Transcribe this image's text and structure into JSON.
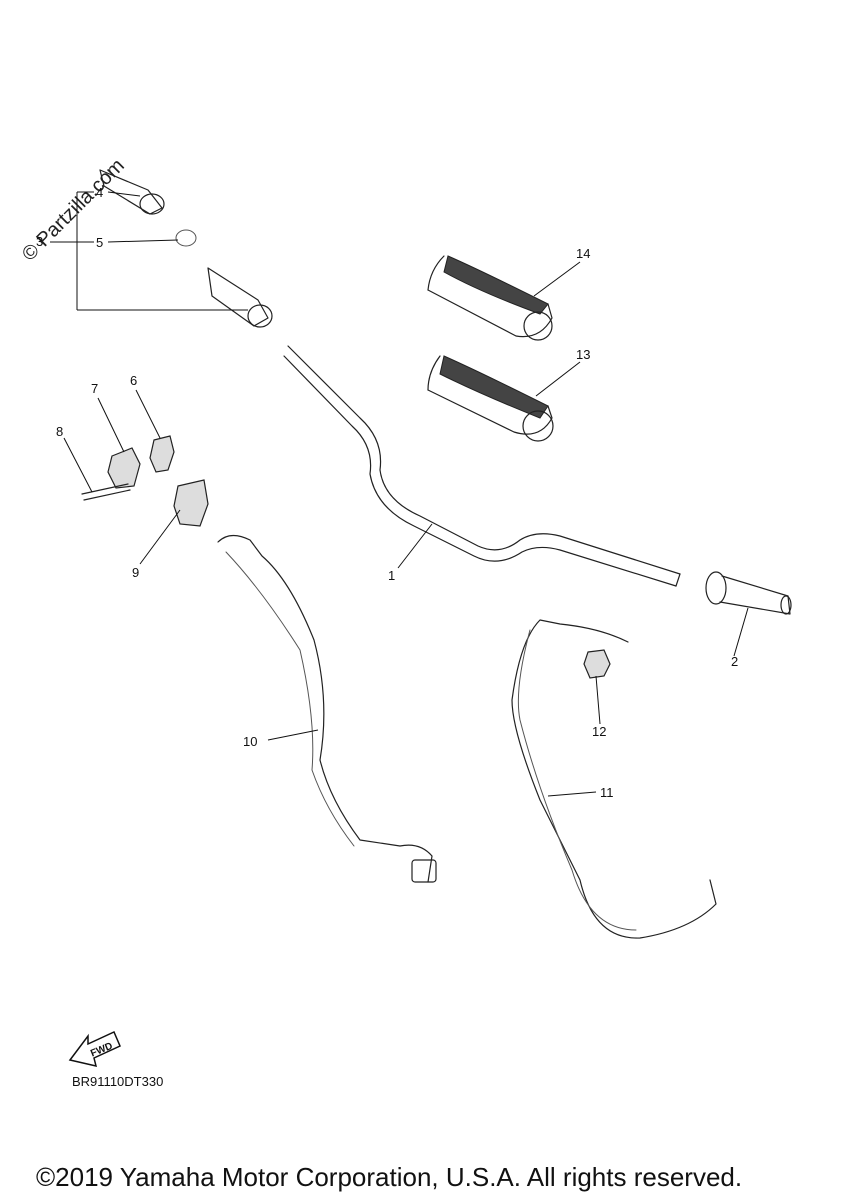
{
  "watermark": "© Partzilla.com",
  "diagram_code": "BR91110DT330",
  "copyright": "©2019 Yamaha Motor Corporation, U.S.A. All rights reserved.",
  "fwd_label": "FWD",
  "callouts": {
    "c1": "1",
    "c2": "2",
    "c3": "3",
    "c4": "4",
    "c5": "5",
    "c6": "6",
    "c7": "7",
    "c8": "8",
    "c9": "9",
    "c10": "10",
    "c11": "11",
    "c12": "12",
    "c13": "13",
    "c14": "14"
  }
}
